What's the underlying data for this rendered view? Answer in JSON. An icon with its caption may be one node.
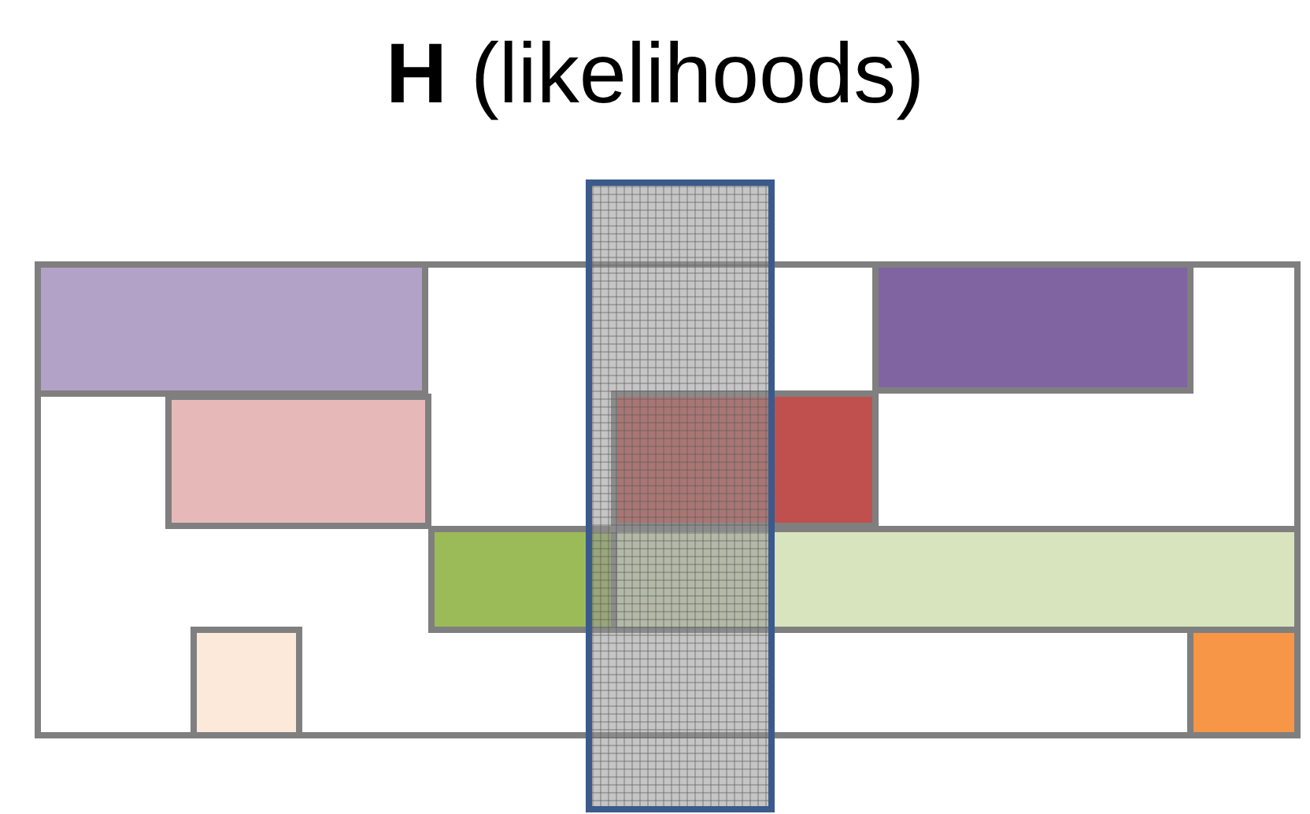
{
  "diagram": {
    "title": "**H** (likelihoods)",
    "nodes": [
      {
        "text": [],
        "shape": "box"
      },
      {
        "text": [],
        "shape": "box",
        "in": 0
      },
      {
        "text": [],
        "shape": "box",
        "in": 0
      },
      {
        "text": [],
        "shape": "box",
        "in": 0
      },
      {
        "text": [],
        "shape": "box",
        "in": 0
      },
      {
        "text": [],
        "shape": "box",
        "in": 0
      },
      {
        "text": [],
        "shape": "box",
        "in": 0
      },
      {
        "text": [],
        "shape": "box",
        "in": 0
      },
      {
        "text": [],
        "shape": "box",
        "in": 0
      },
      {
        "text": [],
        "shape": "bar"
      }
    ]
  }
}
